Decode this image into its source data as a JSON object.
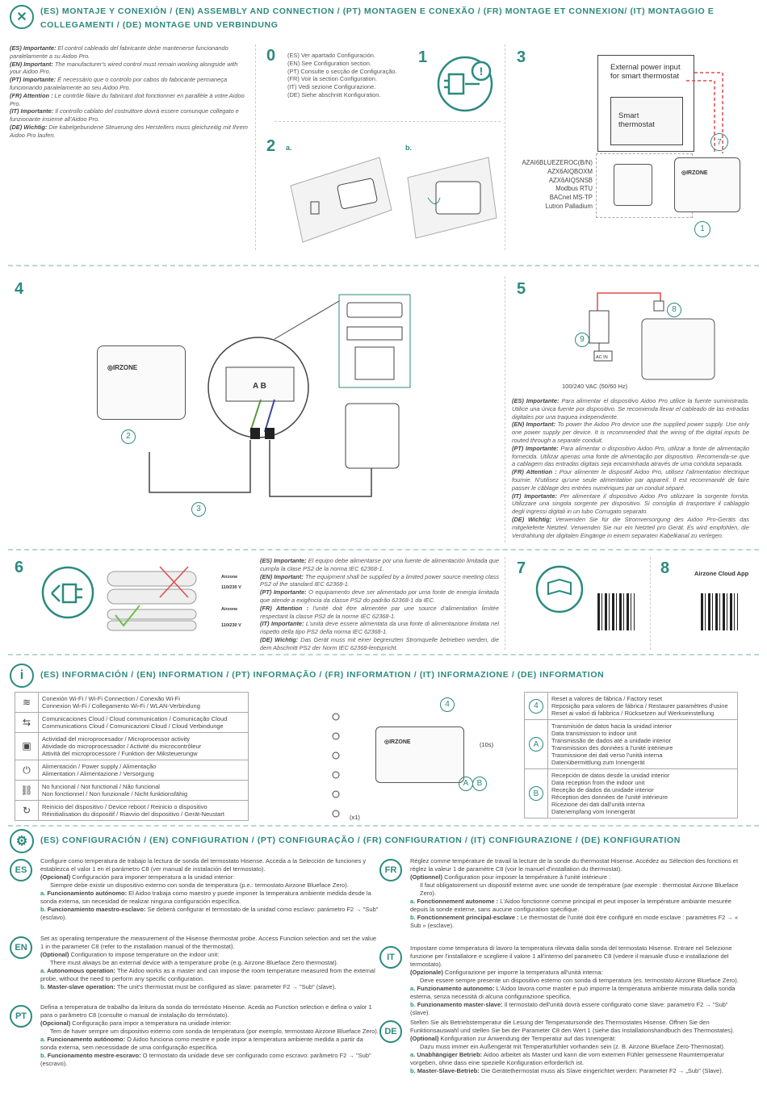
{
  "header": {
    "title": "(ES) MONTAJE Y CONEXIÓN / (EN) ASSEMBLY AND CONNECTION / (PT) MONTAGEN E CONEXÃO / (FR) MONTAGE ET CONNEXION/ (IT) MONTAGGIO E COLLEGAMENTI / (DE) MONTAGE UND VERBINDUNG"
  },
  "intro": [
    {
      "k": "(ES) Importante:",
      "v": " El control cableado del fabricante debe mantenerse funcionando paralelamente a su Aidoo Pro."
    },
    {
      "k": "(EN) Important:",
      "v": " The manufacturer's wired control must remain working alongside with your Aidoo Pro."
    },
    {
      "k": "(PT) Importante:",
      "v": " É necessário que o controlo por cabos do fabricante permaneça funcionando paralelamente ao seu Aidoo Pro."
    },
    {
      "k": "(FR) Attention :",
      "v": " Le contrôle filaire du fabricant doit fonctionner en parallèle à votre Aidoo Pro."
    },
    {
      "k": "(IT) Importante:",
      "v": " Il controllo cablato del costruttore dovrà essere comunque collegato e funzionante insieme all'Aidoo Pro."
    },
    {
      "k": "(DE) Wichtig:",
      "v": " Die kabelgebundene Steuerung des Herstellers muss gleichzeitig mit Ihrem Aidoo Pro laufen."
    }
  ],
  "step0": {
    "num": "0",
    "lines": [
      "(ES) Ver apartado Configuración.",
      "(EN) See Configuration section.",
      "(PT) Consulte o secção de Configuração.",
      "(FR) Voir la section Configuration.",
      "(IT) Vedi sezione Configurazione.",
      "(DE) Siehe abschnitt Konfiguration."
    ]
  },
  "step1": {
    "num": "1"
  },
  "step2": {
    "num": "2",
    "a": "a.",
    "b": "b."
  },
  "step3": {
    "num": "3",
    "ext": "External power input for smart thermostat",
    "smart": "Smart thermostat",
    "models": [
      "AZAI6BLUEZEROC(B/N)",
      "AZX6AIQBOXM",
      "AZX6AIQSNSB",
      "Modbus RTU",
      "BACnet MS-TP",
      "Lutron Palladium"
    ],
    "c7": "7",
    "c1": "1"
  },
  "step4": {
    "num": "4",
    "ab": "A B",
    "c2": "2",
    "c3": "3"
  },
  "step5": {
    "num": "5",
    "c8": "8",
    "c9": "9",
    "acin": "AC IN",
    "volt": "100/240 VAC (50/60 Hz)",
    "text": [
      {
        "k": "(ES) Importante:",
        "v": " Para alimentar el dispositivo Aidoo Pro utilice la fuente suministrada. Utilice una única fuente por dispositivo. Se recomienda llevar el cableado de las entradas digitales por una traquea independiente."
      },
      {
        "k": "(EN) Important:",
        "v": " To power the Aidoo Pro device use the supplied power supply. Use only one power supply per device. It is recommended that the wiring of the digital inputs be routed through a separate conduit."
      },
      {
        "k": "(PT) Importante:",
        "v": " Para alimentar o dispositivo Aidoo Pro, utilizar a fonte de alimentação fornecida. Utilizar apenas uma fonte de alimentação por dispositivo. Recomenda-se que a cablagem das entradas digitais seja encaminhada através de uma conduta separada."
      },
      {
        "k": "(FR) Attention :",
        "v": " Pour alimenter le dispositif Aidoo Pro, utilisez l'alimentation électrique fournie. N'utilisez qu'une seule alimentation par appareil. Il est recommandé de faire passer le câblage des entrées numériques par un conduit séparé."
      },
      {
        "k": "(IT) Importante:",
        "v": " Per alimentare il dispositivo Aidoo Pro utilizzare la sorgente fornita. Utilizzare una singola sorgente per dispositivo. Si consiglia di trasportare il cablaggio degli ingressi digitali in un tubo Corrugato separato."
      },
      {
        "k": "(DE) Wichtig:",
        "v": " Verwenden Sie für die Stromversorgung des Aidoo Pro-Geräts das mitgelieferte Netzteil. Verwenden Sie nur ein Netzteil pro Gerät. Es wird empfohlen, die Verdrahtung der digitalen Eingänge in einem separaten Kabelkanal zu verlegen."
      }
    ]
  },
  "step6": {
    "num": "6",
    "brand1": "Airzone",
    "v1": "110/230 V",
    "brand2": "Airzone",
    "v2": "110/230 V",
    "text": [
      {
        "k": "(ES) Importante:",
        "v": " El equipo debe alimentarse por una fuente de alimentación limitada que cumpla la clase PS2 de la norma IEC 62368-1."
      },
      {
        "k": "(EN) Important:",
        "v": " The equipment shall be supplied by a limited power source meeting class PS2 of the standard IEC 62368-1."
      },
      {
        "k": "(PT) Importante:",
        "v": " O equipamento deve ser alimentado por uma fonte de energia limitada que atende a exigência da classe PS2 do padrão 62368-1 da IEC."
      },
      {
        "k": "(FR) Attention :",
        "v": " l'unité doit être alimentée par une source d'alimentation limitée respectant la classe PS2 de la norme IEC 62368-1."
      },
      {
        "k": "(IT) Importante:",
        "v": " L'unità deve essere alimentata da una fonte di alimentazione limitata nel rispetto della tipo PS2 della norma IEC 62368-1."
      },
      {
        "k": "(DE) Wichtig:",
        "v": " Das Gerät muss mit einer begrenzten Stromquelle betrieben werden, die dem Abschnitt PS2 der Norm IEC 62368-lentspricht."
      }
    ]
  },
  "step7": {
    "num": "7"
  },
  "step8": {
    "num": "8",
    "app": "Airzone Cloud App"
  },
  "info": {
    "title": "(ES) INFORMACIÓN / (EN) INFORMATION / (PT) INFORMAÇÃO / (FR) INFORMATION / (IT) INFORMAZIONE / (DE) INFORMATION",
    "left": [
      {
        "icon": "wifi",
        "lines": [
          "Conexión Wi-Fi / Wi-Fi Connection / Conexão Wi-Fi",
          "Connexion Wi-Fi / Collegamento Wi-Fi / WLAN-Verbindung"
        ]
      },
      {
        "icon": "cloud",
        "lines": [
          "Comunicaciones Cloud / Cloud communication / Comunicação Cloud",
          "Communications Cloud / Comunicazioni Cloud / Cloud Verbindunge"
        ]
      },
      {
        "icon": "cpu",
        "lines": [
          "Actividad del microprocesador / Microprocessor activity",
          "Atividade do microprocessador / Activité du microcontrôleur",
          "Attività del microprocessore / Funktion der Miksteuerungw"
        ]
      },
      {
        "icon": "power",
        "lines": [
          "Alimentación / Power supply / Alimentação",
          "Alimentation / Alimentazione / Versorgung"
        ]
      },
      {
        "icon": "link",
        "lines": [
          "No funcional / Not functional / Não funcional",
          "Non fonctionnel / Non funzionale / Nicht funktionsfähig"
        ]
      },
      {
        "icon": "reboot",
        "lines": [
          "Reinicio del dispositivo / Device reboot / Reinicio o dispositivo",
          "Réinitialisation du dispositif / Riavvio del dispositivo / Gerät-Neustart"
        ]
      }
    ],
    "x1": "(x1)",
    "t10": "(10s)",
    "c4": "4",
    "cA": "A",
    "cB": "B",
    "right": [
      {
        "c": "4",
        "lines": [
          "Reset a valores de fábrica / Factory reset",
          "Reposição para valores de fábrica / Restaurer paramètres d'usine",
          "Reset ai valori di fabbrica / Rücksetzen auf Werkseinstellung"
        ]
      },
      {
        "c": "A",
        "lines": [
          "Transmisión de datos hacia la unidad interior",
          "Data transmission to indoor unit",
          "Transmissão de dados até a unidade interior",
          "Transmission des données à l'unité intérieure",
          "Trasmissione dei dati verso l'unità interna",
          "Datenübermittlung zum Innengerät"
        ]
      },
      {
        "c": "B",
        "lines": [
          "Recepción de datos desde la unidad interior",
          "Data reception from the indoor unit",
          "Receção de dados da unidade interior",
          "Réception des données de l'unité intérieure",
          "Ricezione dei dati dall'unità interna",
          "Datenempfang vom Innengerät"
        ]
      }
    ]
  },
  "config": {
    "title": "(ES) CONFIGURACIÓN / (EN) CONFIGURATION / (PT) CONFIGURAÇÃO / (FR) CONFIGURATION / (IT) CONFIGURAZIONE / (DE) KONFIGURATION",
    "blocks": [
      {
        "lang": "ES",
        "intro": "Configure como temperatura de trabajo la lectura de sonda del termostato Hisense. Acceda a la Selección de funciones y establezca el valor 1 en el parámetro C8 (ver manual de instalación del termostato).",
        "opt": "(Opcional)",
        "optt": " Configuración para imponer temperatura a la unidad interior:",
        "bullet": "Siempre debe existir un dispositivo externo con sonda de temperatura (p.e.: termostato Airzone Blueface Zero).",
        "a": "Funcionamiento autónomo:",
        "at": " El Aidoo trabaja como maestro y puede imponer la temperatura ambiente medida desde la sonda externa, sin necesidad de realizar ninguna configuración específica.",
        "b": "Funcionamiento maestro-esclavo:",
        "bt": " Se deberá configurar el termostato de la unidad como esclavo: parámetro F2 → \"Sub\" (esclavo)."
      },
      {
        "lang": "EN",
        "intro": "Set as operating temperature the measurement of the Hisense thermostat probe. Access Function selection and set the value 1 in the parameter C8 (refer to the installation manual of the thermostat).",
        "opt": "(Optional)",
        "optt": " Configuration to impose temperature on the indoor unit:",
        "bullet": "There must always be an external device with a temperature probe (e.g. Airzone Blueface Zero thermostat).",
        "a": "Autonomous operation:",
        "at": " The Aidoo works as a master and can impose the room temperature measured from the external probe, without the need to perform any specific configuration.",
        "b": "Master-slave operation:",
        "bt": " The unit's thermostat must be configured as slave: parameter F2 → \"Sub\" (slave)."
      },
      {
        "lang": "PT",
        "intro": "Defina a temperatura de trabalho da leitura da sonda do termóstato Hisense. Aceda ao Function selection e defina o valor 1 para o parâmetro C8 (consulte o manual de instalação do termóstato).",
        "opt": "(Opcional)",
        "optt": " Configuração para impor a temperatura na unidade interior:",
        "bullet": "Tem de haver sempre um dispositivo externo com sonda de temperatura (por exemplo, termostato Airzone Blueface Zero).",
        "a": "Funcionamento autónomo:",
        "at": " O Aidoo funciona como mestre e pode impor a temperatura ambiente medida a partir da sonda externa, sem necessidade de uma configuração específica.",
        "b": "Funcionamento mestre-escravo:",
        "bt": " O termostato da unidade deve ser configurado como escravo: parâmetro F2 → \"Sub\" (escravo)."
      },
      {
        "lang": "FR",
        "intro": "Réglez comme température de travail la lecture de la sonde du thermostat Hisense. Accédez au Sélection des fonctions et réglez la valeur 1 de paramètre C8 (voir le manuel d'installation du thermostat).",
        "opt": "(Optionnel)",
        "optt": " Configuration pour imposer la température à l'unité intérieure :",
        "bullet": "Il faut obligatoirement un dispositif externe avec une sonde de température (par exemple : thermostat Airzone Blueface Zero).",
        "a": "Fonctionnement autonome :",
        "at": " L'Aidoo fonctionne comme principal et peut imposer la température ambiante mesurée depuis la sonde externe, sans aucune configuration spécifique.",
        "b": "Fonctionnement principal-esclave :",
        "bt": " Le thermostat de l'unité doit être configuré en mode esclave : paramètres F2 → « Sub » (esclave)."
      },
      {
        "lang": "IT",
        "intro": "Impostare come temperatura di lavoro la temperatura rilevata dalla sonda del termostato Hisense. Entrare nel Selezione funzione per l'installatore e scegliere il valore 1 all'interno del parametro C8 (vedere il manuale d'uso e installazione del termostato).",
        "opt": "(Opzionale)",
        "optt": " Configurazione per imporre la temperatura all'unità interna:",
        "bullet": "Deve essere sempre presente un dispositivo esterno con sonda di temperatura (es. termostato Airzone Blueface Zero).",
        "a": "Funzionamento autonomo:",
        "at": " L'Aidoo lavora come master e può imporre la temperatura ambiente misurata dalla sonda esterna, senza necessità di alcuna configurazione specifica.",
        "b": "Funzionamento master-slave:",
        "bt": " Il termostato dell'unità dovrà essere configurato come slave: parametro F2 → \"Sub\" (slave)."
      },
      {
        "lang": "DE",
        "intro": "Stellen Sie als Betriebstemperatur die Lesung der Temperatursonde des Thermostates Hisense. Öffnen Sie den Funktionsauswahl und stellen Sie bei der Parameter C8 den Wert 1 (siehe das Installationshandbuch des Thermostates).",
        "opt": "(Optional)",
        "optt": " Konfiguration zur Anwendung der Temperatur auf das Innengerät:",
        "bullet": "Dazu muss immer ein Außengerät mit Temperaturfühler vorhanden sein (z. B. Airzone Blueface Zero-Thermostat).",
        "a": "Unabhängiger Betrieb:",
        "at": " Aidoo arbeitet als Master und kann die vom externen Fühler gemessene Raumtemperatur vorgeben, ohne dass eine spezielle Konfiguration erforderlich ist.",
        "b": "Master-Slave-Betrieb:",
        "bt": " Die Gerätethermostat muss als Slave eingerichtet werden: Parameter F2 → „Sub\" (Slave)."
      }
    ]
  },
  "colors": {
    "accent": "#2b8a7e",
    "dash": "#b7d7d2",
    "red": "#e04b4b"
  }
}
